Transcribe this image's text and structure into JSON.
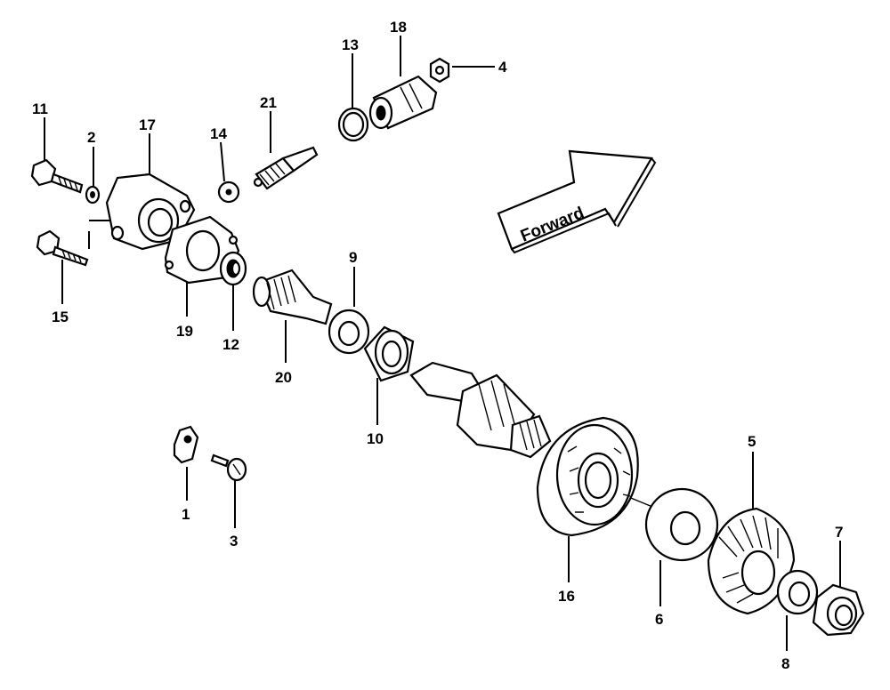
{
  "diagram": {
    "direction_label": "Forward",
    "callouts": {
      "c1": "1",
      "c2": "2",
      "c3": "3",
      "c4": "4",
      "c5": "5",
      "c6": "6",
      "c7": "7",
      "c8": "8",
      "c9": "9",
      "c10": "10",
      "c11": "11",
      "c12": "12",
      "c13": "13",
      "c14": "14",
      "c15": "15",
      "c16": "16",
      "c17": "17",
      "c18": "18",
      "c19": "19",
      "c20": "20",
      "c21": "21"
    }
  }
}
